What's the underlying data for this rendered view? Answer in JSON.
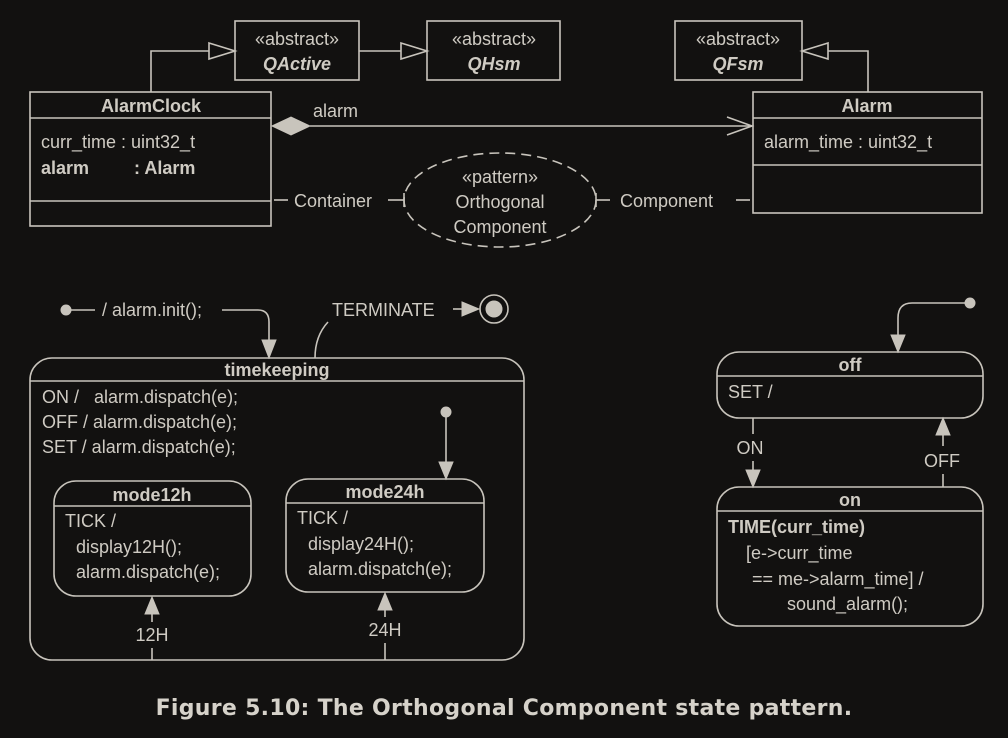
{
  "class_diagram": {
    "abstract_classes": [
      {
        "stereotype": "«abstract»",
        "name": "QActive"
      },
      {
        "stereotype": "«abstract»",
        "name": "QHsm"
      },
      {
        "stereotype": "«abstract»",
        "name": "QFsm"
      }
    ],
    "alarm_clock": {
      "name": "AlarmClock",
      "attr1": "curr_time : uint32_t",
      "attr2_name": "alarm",
      "attr2_type": ": Alarm"
    },
    "alarm": {
      "name": "Alarm",
      "attr1": "alarm_time : uint32_t"
    },
    "association_label": "alarm",
    "pattern": {
      "stereotype": "«pattern»",
      "line1": "Orthogonal",
      "line2": "Component",
      "role_left": "Container",
      "role_right": "Component"
    }
  },
  "timekeeping_sm": {
    "initial_action": "/ alarm.init();",
    "terminate_label": "TERMINATE",
    "state_name": "timekeeping",
    "internal": [
      "ON /   alarm.dispatch(e);",
      "OFF / alarm.dispatch(e);",
      "SET / alarm.dispatch(e);"
    ],
    "mode12h": {
      "name": "mode12h",
      "lines": [
        "TICK /",
        "display12H();",
        "alarm.dispatch(e);"
      ],
      "trigger": "12H"
    },
    "mode24h": {
      "name": "mode24h",
      "lines": [
        "TICK /",
        "display24H();",
        "alarm.dispatch(e);"
      ],
      "trigger": "24H"
    }
  },
  "alarm_sm": {
    "off": {
      "name": "off",
      "lines": [
        "SET /"
      ]
    },
    "on": {
      "name": "on",
      "event": "TIME(curr_time)",
      "lines": [
        "[e->curr_time",
        "== me->alarm_time] /",
        "sound_alarm();"
      ]
    },
    "on_label": "ON",
    "off_label": "OFF"
  },
  "caption": "Figure 5.10: The Orthogonal Component state pattern."
}
